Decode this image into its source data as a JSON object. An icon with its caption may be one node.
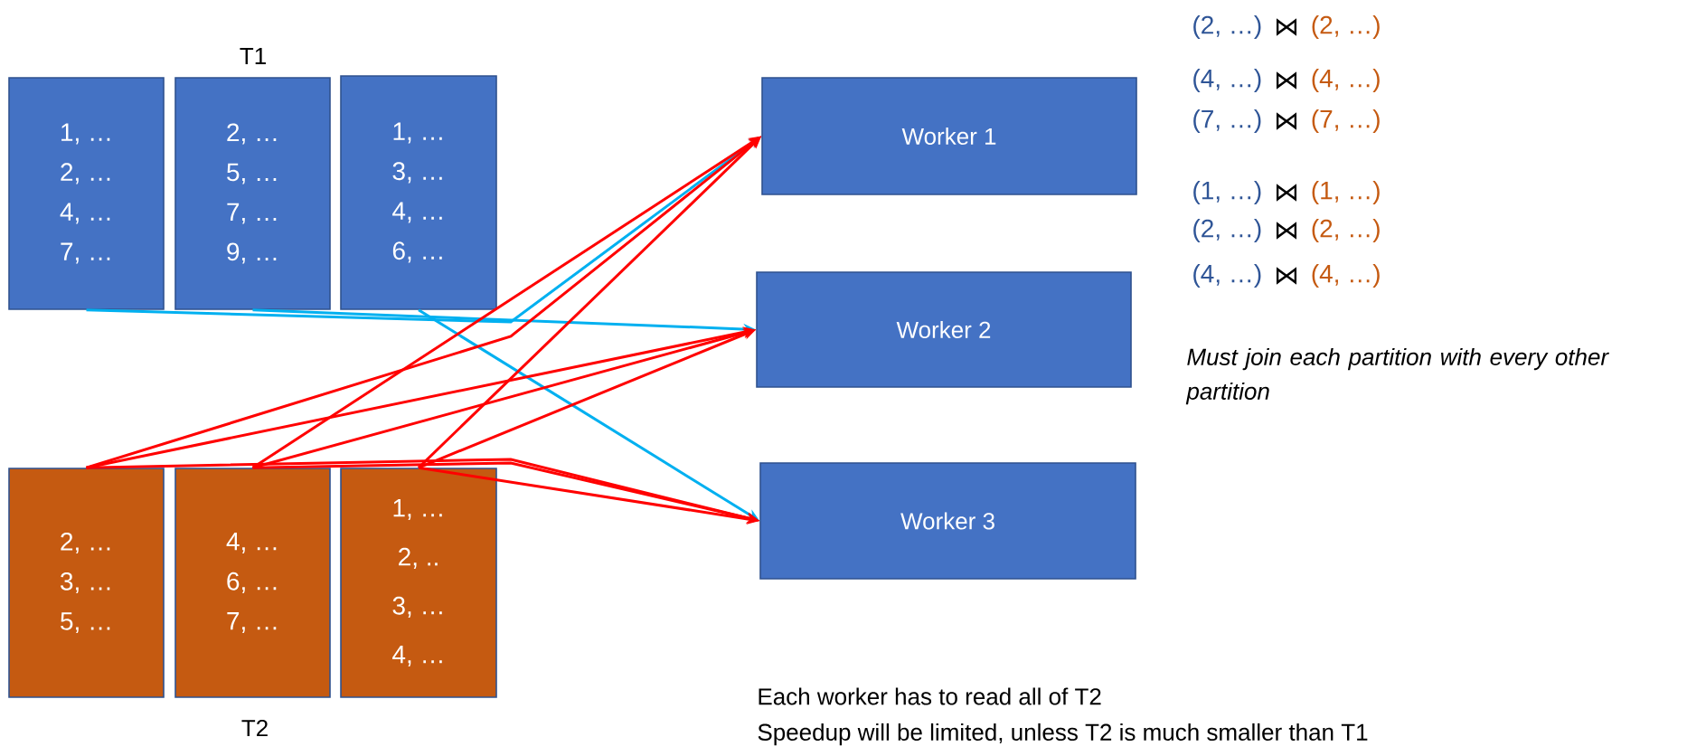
{
  "diagram": {
    "nodes": [
      {
        "text": [
          "1, …",
          "2, …",
          "4, …",
          "7, …"
        ]
      },
      {
        "text": [
          "2, …",
          "5, …",
          "7, …",
          "9, …"
        ]
      },
      {
        "text": [
          "1, …",
          "3, …",
          "4, …",
          "6, …"
        ]
      },
      {
        "text": [
          "2, …",
          "3, …",
          "5, …"
        ]
      },
      {
        "text": [
          "4, …",
          "6, …",
          "7, …"
        ]
      },
      {
        "text": [
          "1, …",
          "2, ..",
          "3, …",
          "4, …"
        ]
      },
      {
        "text": [
          "Worker 1"
        ]
      },
      {
        "text": [
          "Worker 2"
        ]
      },
      {
        "text": [
          "Worker 3"
        ]
      }
    ],
    "edges": [
      {
        "from": 0,
        "to": 6,
        "arrow": "to",
        "color": "#00b0f0"
      },
      {
        "from": 1,
        "to": 7,
        "arrow": "to",
        "color": "#00b0f0"
      },
      {
        "from": 2,
        "to": 8,
        "arrow": "to",
        "color": "#00b0f0"
      },
      {
        "from": 3,
        "to": 6,
        "arrow": "to"
      },
      {
        "from": 3,
        "to": 7,
        "arrow": "to"
      },
      {
        "from": 3,
        "to": 8,
        "arrow": "to"
      },
      {
        "from": 4,
        "to": 6,
        "arrow": "to"
      },
      {
        "from": 4,
        "to": 7,
        "arrow": "to"
      },
      {
        "from": 4,
        "to": 8,
        "arrow": "to"
      },
      {
        "from": 5,
        "to": 6,
        "arrow": "to"
      },
      {
        "from": 5,
        "to": 7,
        "arrow": "to"
      },
      {
        "from": 5,
        "to": 8,
        "arrow": "to"
      }
    ],
    "labels": [
      "(2, …)",
      "⋈",
      "(2, …)",
      "T1",
      "(4, …)",
      "⋈",
      "(4, …)",
      "(7, …)",
      "⋈",
      "(7, …)",
      "(1, …)",
      "⋈",
      "(1, …)",
      "(2, …)",
      "⋈",
      "(2, …)",
      "(4, …)",
      "⋈",
      "(4, …)",
      "Must join each partition with every other partition",
      "T2",
      "Each worker has to read all of T2",
      "Speedup will be limited, unless T2 is much smaller than T1"
    ]
  }
}
